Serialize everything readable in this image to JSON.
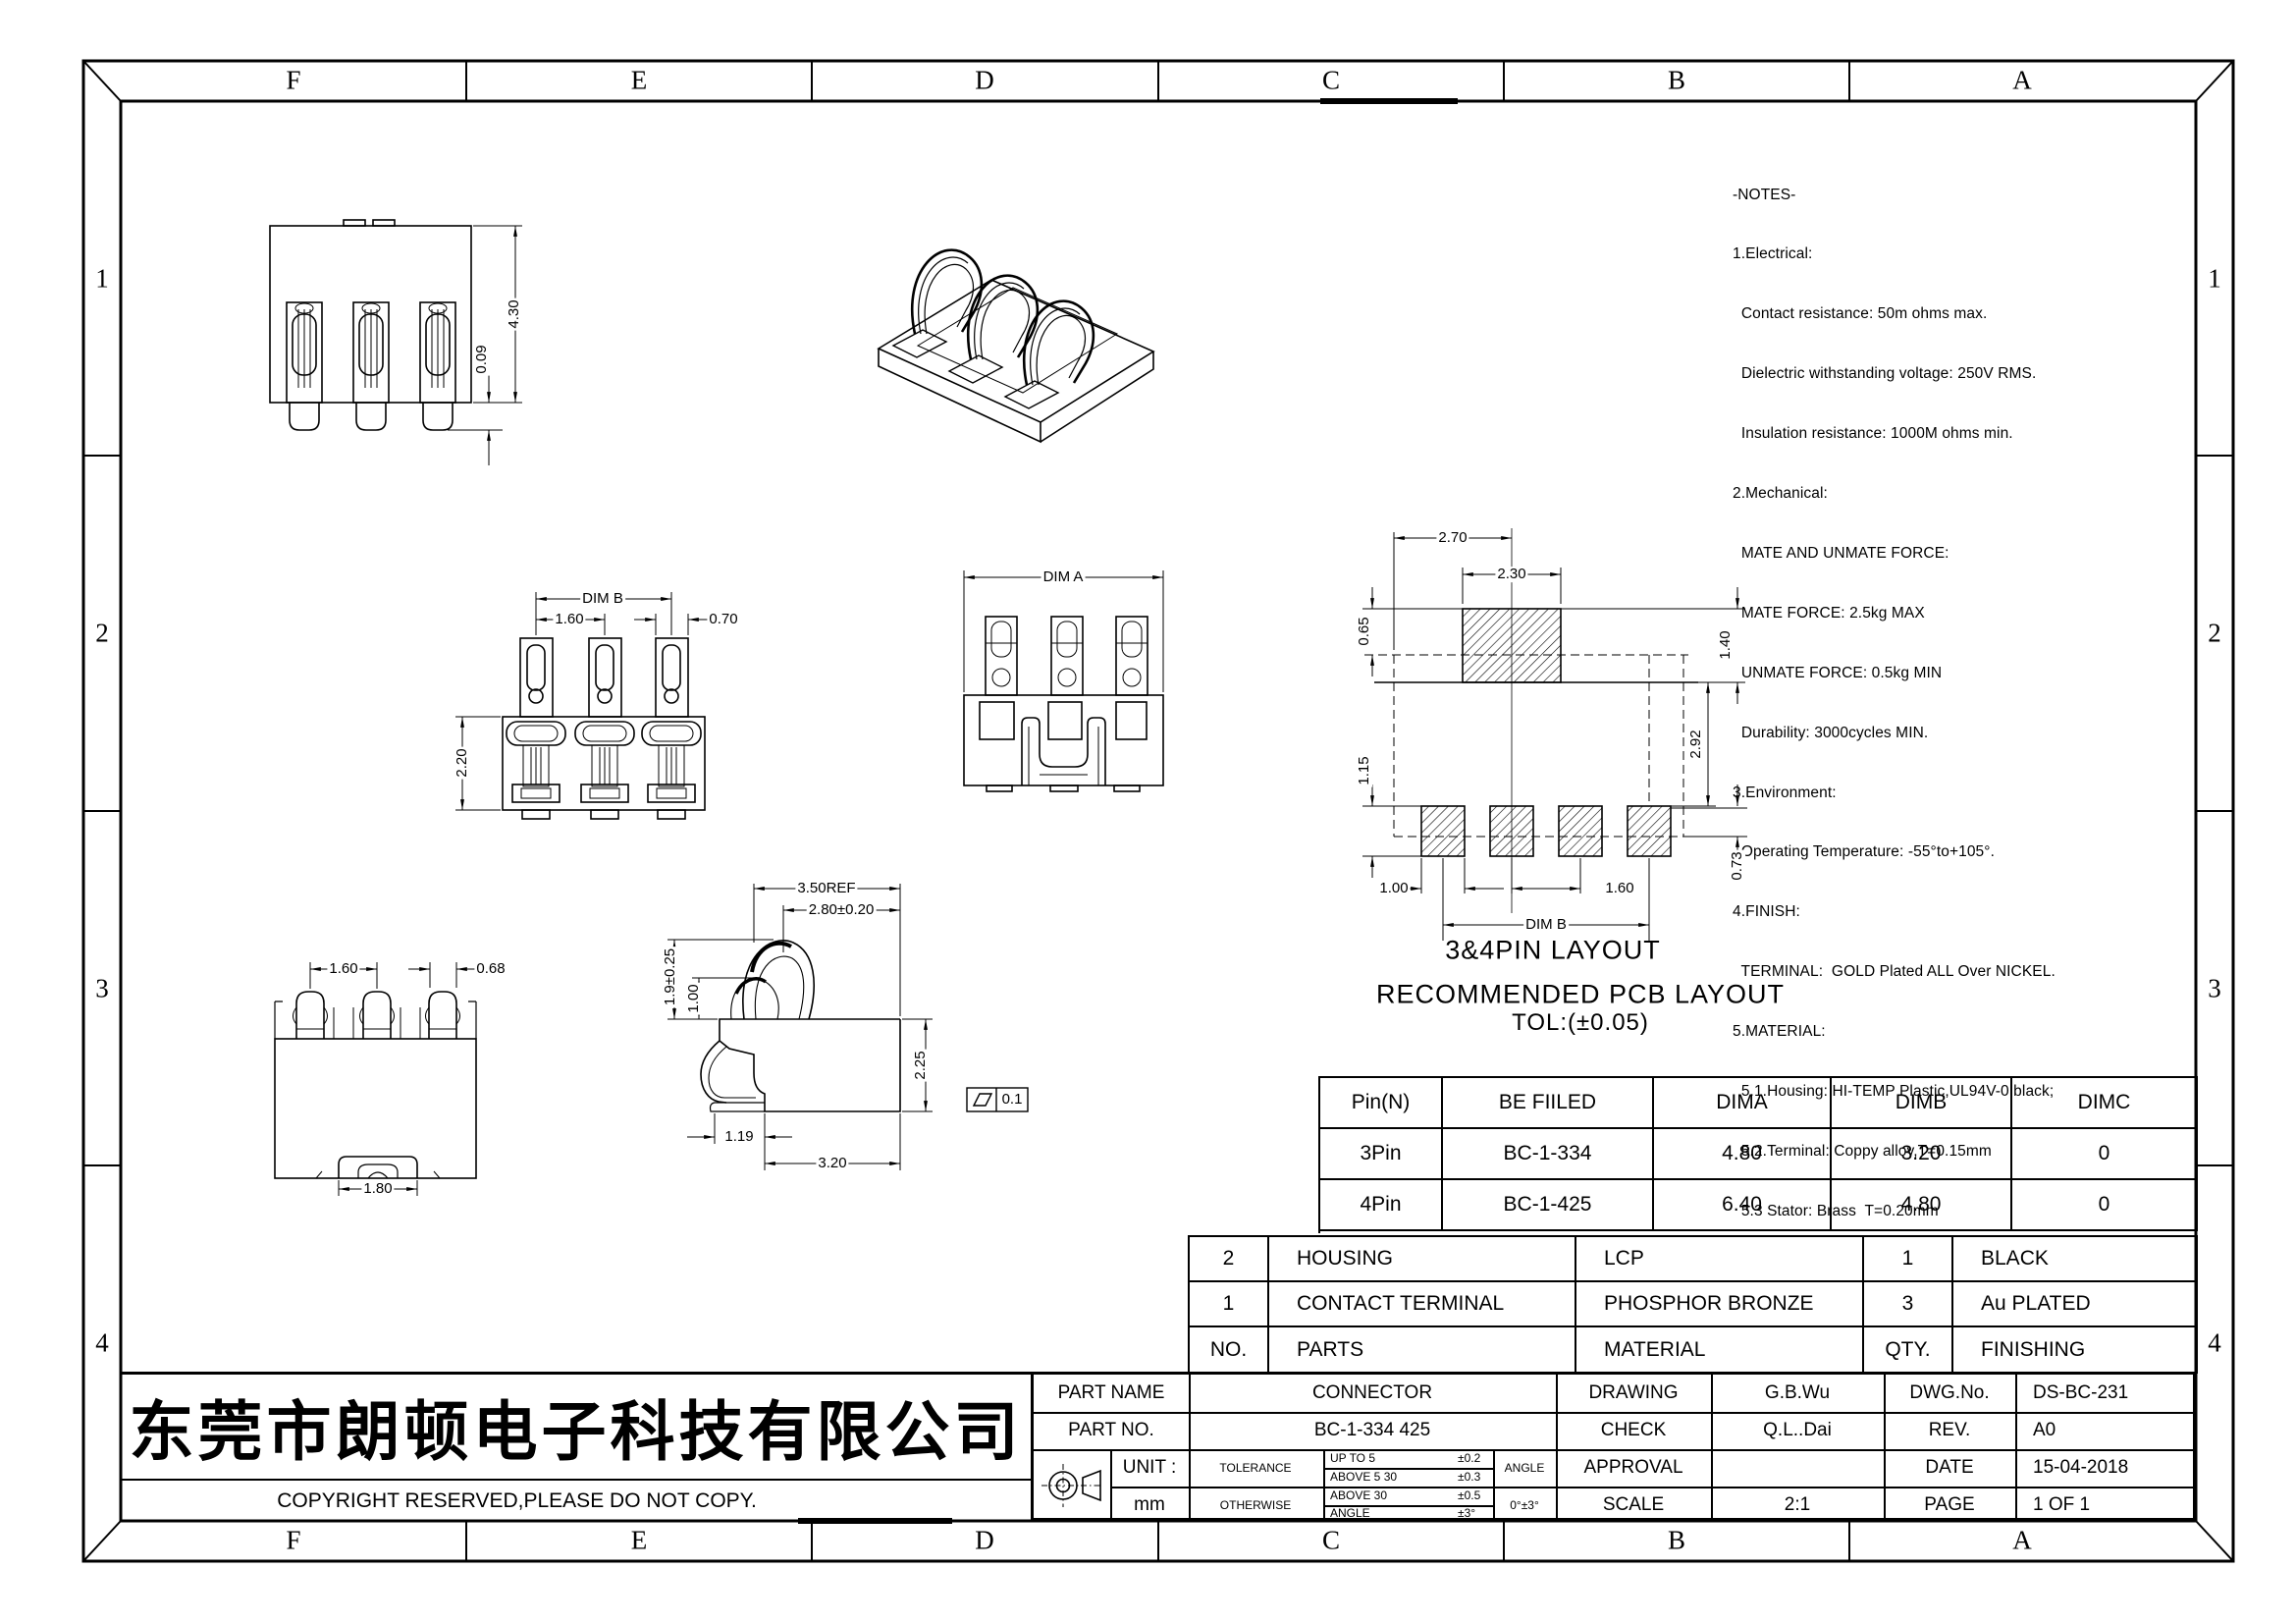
{
  "sheet": {
    "bg": "#ffffff",
    "line_color": "#000000"
  },
  "zones": {
    "cols": [
      "F",
      "E",
      "D",
      "C",
      "B",
      "A"
    ],
    "rows": [
      "1",
      "2",
      "3",
      "4"
    ]
  },
  "notes": {
    "lines": [
      "-NOTES-",
      "1.Electrical:",
      "  Contact resistance: 50m ohms max.",
      "  Dielectric withstanding voltage: 250V RMS.",
      "  Insulation resistance: 1000M ohms min.",
      "2.Mechanical:",
      "  MATE AND UNMATE FORCE:",
      "  MATE FORCE: 2.5kg MAX",
      "  UNMATE FORCE: 0.5kg MIN",
      "  Durability: 3000cycles MIN.",
      "3.Environment:",
      "  Operating Temperature: -55°to+105°.",
      "4.FINISH:",
      "  TERMINAL:  GOLD Plated ALL Over NICKEL.",
      "5.MATERIAL:",
      "  5.1.Housing: HI-TEMP Plastic,UL94V-0,black;",
      "  5.2.Terminal: Coppy alloy,T=0.15mm",
      "  5.3 Stator: Brass  T=0.20mm"
    ]
  },
  "dims": {
    "v1_h": "4.30",
    "v1_flat": "0.09",
    "v3_dimb": "DIM B",
    "v3_p": "1.60",
    "v3_w": "0.70",
    "v3_h": "2.20",
    "v4_dima": "DIM A",
    "v5_p": "1.60",
    "v5_w": "0.68",
    "v5_tab": "1.80",
    "v6_ref": "3.50REF",
    "v6_tol": "2.80±0.20",
    "v6_h1": "1.9±0.25",
    "v6_h2": "1.00",
    "v6_bh": "2.25",
    "v6_foot": "1.19",
    "v6_len": "3.20",
    "v6_flat": "0.1",
    "p_270": "2.70",
    "p_230": "2.30",
    "p_065": "0.65",
    "p_140": "1.40",
    "p_292": "2.92",
    "p_115": "1.15",
    "p_073": "0.73",
    "p_100": "1.00",
    "p_160": "1.60",
    "p_dimb": "DIM B"
  },
  "pcb": {
    "caption1": "3&4PIN LAYOUT",
    "caption2": "RECOMMENDED PCB LAYOUT",
    "caption3": "TOL:(±0.05)"
  },
  "pin_table": {
    "headers": [
      "Pin(N)",
      "BE FIILED",
      "DIMA",
      "DIMB",
      "DIMC"
    ],
    "rows": [
      [
        "3Pin",
        "BC-1-334",
        "4.80",
        "3.20",
        "0"
      ],
      [
        "4Pin",
        "BC-1-425",
        "6.40",
        "4.80",
        "0"
      ]
    ]
  },
  "parts_table": {
    "rows": [
      [
        "2",
        "HOUSING",
        "LCP",
        "1",
        "BLACK"
      ],
      [
        "1",
        "CONTACT TERMINAL",
        "PHOSPHOR BRONZE",
        "3",
        "Au PLATED"
      ]
    ],
    "footer": [
      "NO.",
      "PARTS",
      "MATERIAL",
      "QTY.",
      "FINISHING"
    ]
  },
  "title_block": {
    "part_name_label": "PART NAME",
    "part_name": "CONNECTOR",
    "part_no_label": "PART NO.",
    "part_no": "BC-1-334 425",
    "drawing_label": "DRAWING",
    "drawing": "G.B.Wu",
    "check_label": "CHECK",
    "check": "Q.L..Dai",
    "dwg_no_label": "DWG.No.",
    "dwg_no": "DS-BC-231",
    "rev_label": "REV.",
    "rev": "A0",
    "unit_label": "UNIT :",
    "unit": "mm",
    "tolerance_label": "TOLERANCE",
    "otherwise_label": "OTHERWISE",
    "tol_rows": [
      [
        "UP TO 5",
        "±0.2"
      ],
      [
        "ABOVE 5  30",
        "±0.3"
      ],
      [
        "ABOVE 30",
        "±0.5"
      ],
      [
        "ANGLE",
        "±3°"
      ]
    ],
    "angle_label": "ANGLE",
    "angle_value": "0°±3°",
    "approval_label": "APPROVAL",
    "approval": "",
    "date_label": "DATE",
    "date": "15-04-2018",
    "scale_label": "SCALE",
    "scale": "2:1",
    "page_label": "PAGE",
    "page": "1 OF 1"
  },
  "company": {
    "name": "东莞市朗顿电子科技有限公司",
    "copyright": "COPYRIGHT RESERVED,PLEASE DO NOT COPY."
  }
}
